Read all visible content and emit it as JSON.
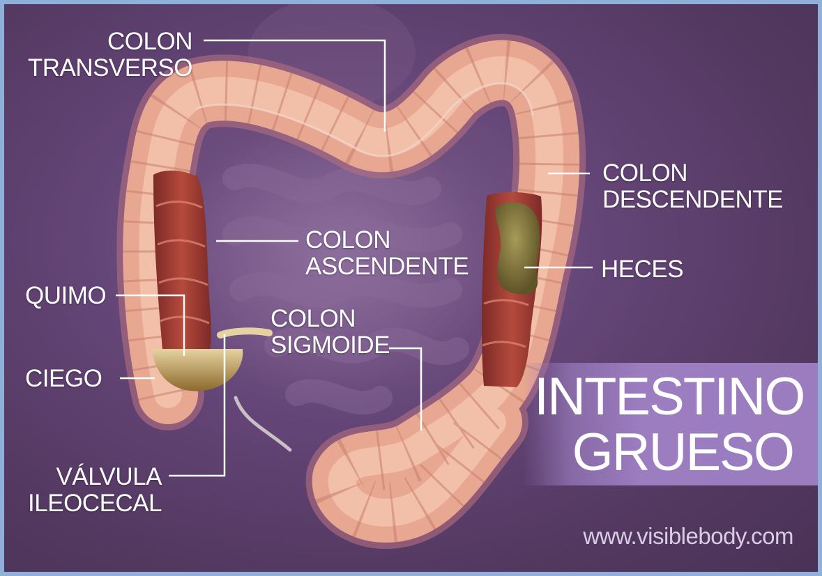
{
  "diagram": {
    "title": "INTESTINO\nGRUESO",
    "website": "www.visiblebody.com",
    "labels": {
      "colon_transverso": "COLON\nTRANSVERSO",
      "colon_descendente": "COLON\nDESCENDENTE",
      "colon_ascendente": "COLON\nASCENDENTE",
      "heces": "HECES",
      "quimo": "QUIMO",
      "colon_sigmoide": "COLON\nSIGMOIDE",
      "ciego": "CIEGO",
      "valvula_ileocecal": "VÁLVULA\nILEOCECAL"
    },
    "colors": {
      "background": "#5a3d69",
      "colon_wall": "#e8a790",
      "colon_highlight": "#f6c9b4",
      "colon_interior": "#9b3a32",
      "feces": "#8a8042",
      "chyme": "#c7a761",
      "band": "#9b7dc0"
    }
  }
}
